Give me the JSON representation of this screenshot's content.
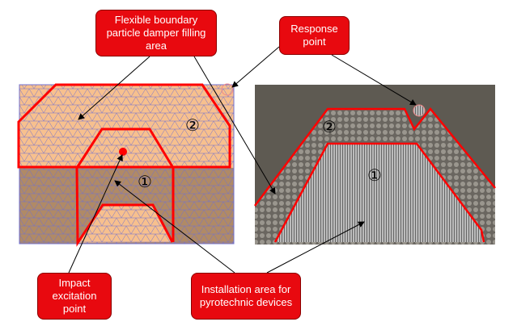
{
  "labels": {
    "filling_area": "Flexible boundary particle damper filling area",
    "response_point": "Response point",
    "impact_point": "Impact excitation point",
    "installation_area": "Installation area for pyrotechnic devices"
  },
  "region_markers": {
    "region1": "①",
    "region2": "②"
  },
  "colors": {
    "label_bg": "#e8090f",
    "outline": "#ff0000",
    "mesh_light": "#f7c08e",
    "mesh_dark": "#b08a66",
    "mesh_line": "#7070d0"
  }
}
